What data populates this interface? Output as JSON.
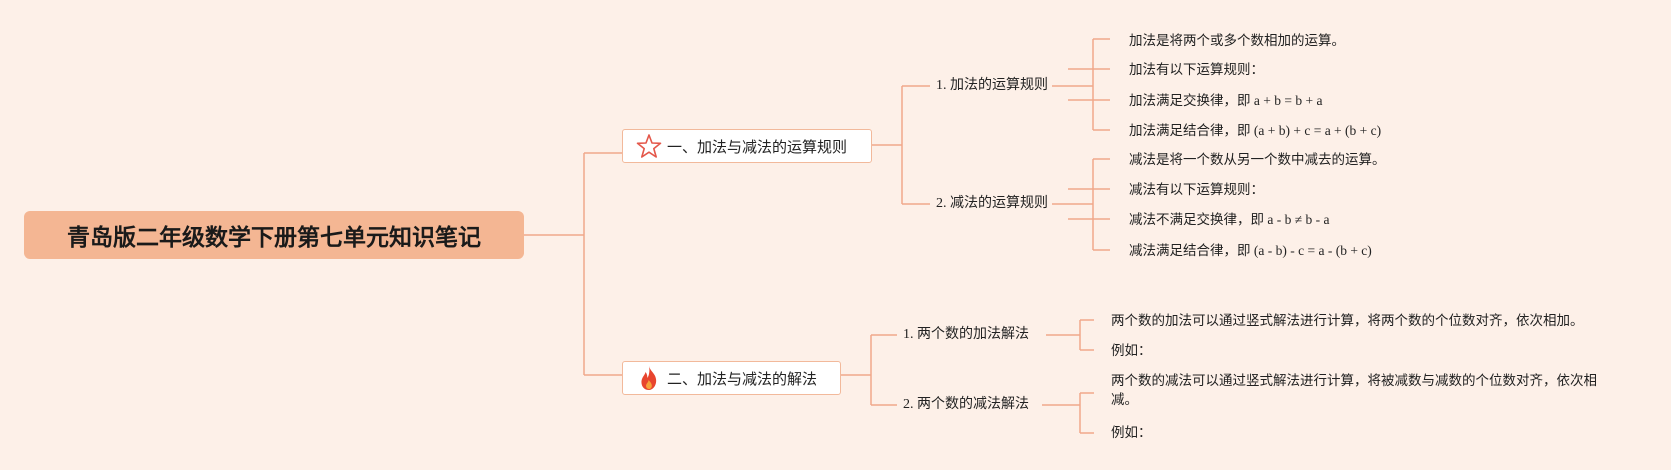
{
  "root": {
    "title": "青岛版二年级数学下册第七单元知识笔记"
  },
  "branches": [
    {
      "label": "一、加法与减法的运算规则",
      "icon": "star-icon",
      "children": [
        {
          "label": "1. 加法的运算规则",
          "leaves": [
            "加法是将两个或多个数相加的运算。",
            "加法有以下运算规则：",
            "加法满足交换律，即 a + b = b + a",
            "加法满足结合律，即 (a + b) + c = a + (b + c)"
          ]
        },
        {
          "label": "2. 减法的运算规则",
          "leaves": [
            "减法是将一个数从另一个数中减去的运算。",
            "减法有以下运算规则：",
            "减法不满足交换律，即 a - b ≠ b - a",
            "减法满足结合律，即 (a - b) - c = a - (b + c)"
          ]
        }
      ]
    },
    {
      "label": "二、加法与减法的解法",
      "icon": "fire-icon",
      "children": [
        {
          "label": "1. 两个数的加法解法",
          "leaves": [
            "两个数的加法可以通过竖式解法进行计算，将两个数的个位数对齐，依次相加。",
            "例如："
          ]
        },
        {
          "label": "2. 两个数的减法解法",
          "leaves": [
            "两个数的减法可以通过竖式解法进行计算，将被减数与减数的个位数对齐，依次相减。",
            "例如："
          ]
        }
      ]
    }
  ],
  "colors": {
    "line": "#f0a88a",
    "root_bg": "#f4b693",
    "topic_border": "#f2b99b",
    "background": "#fdf0e8",
    "star": "#e4574a",
    "fire": "#e8452e"
  }
}
